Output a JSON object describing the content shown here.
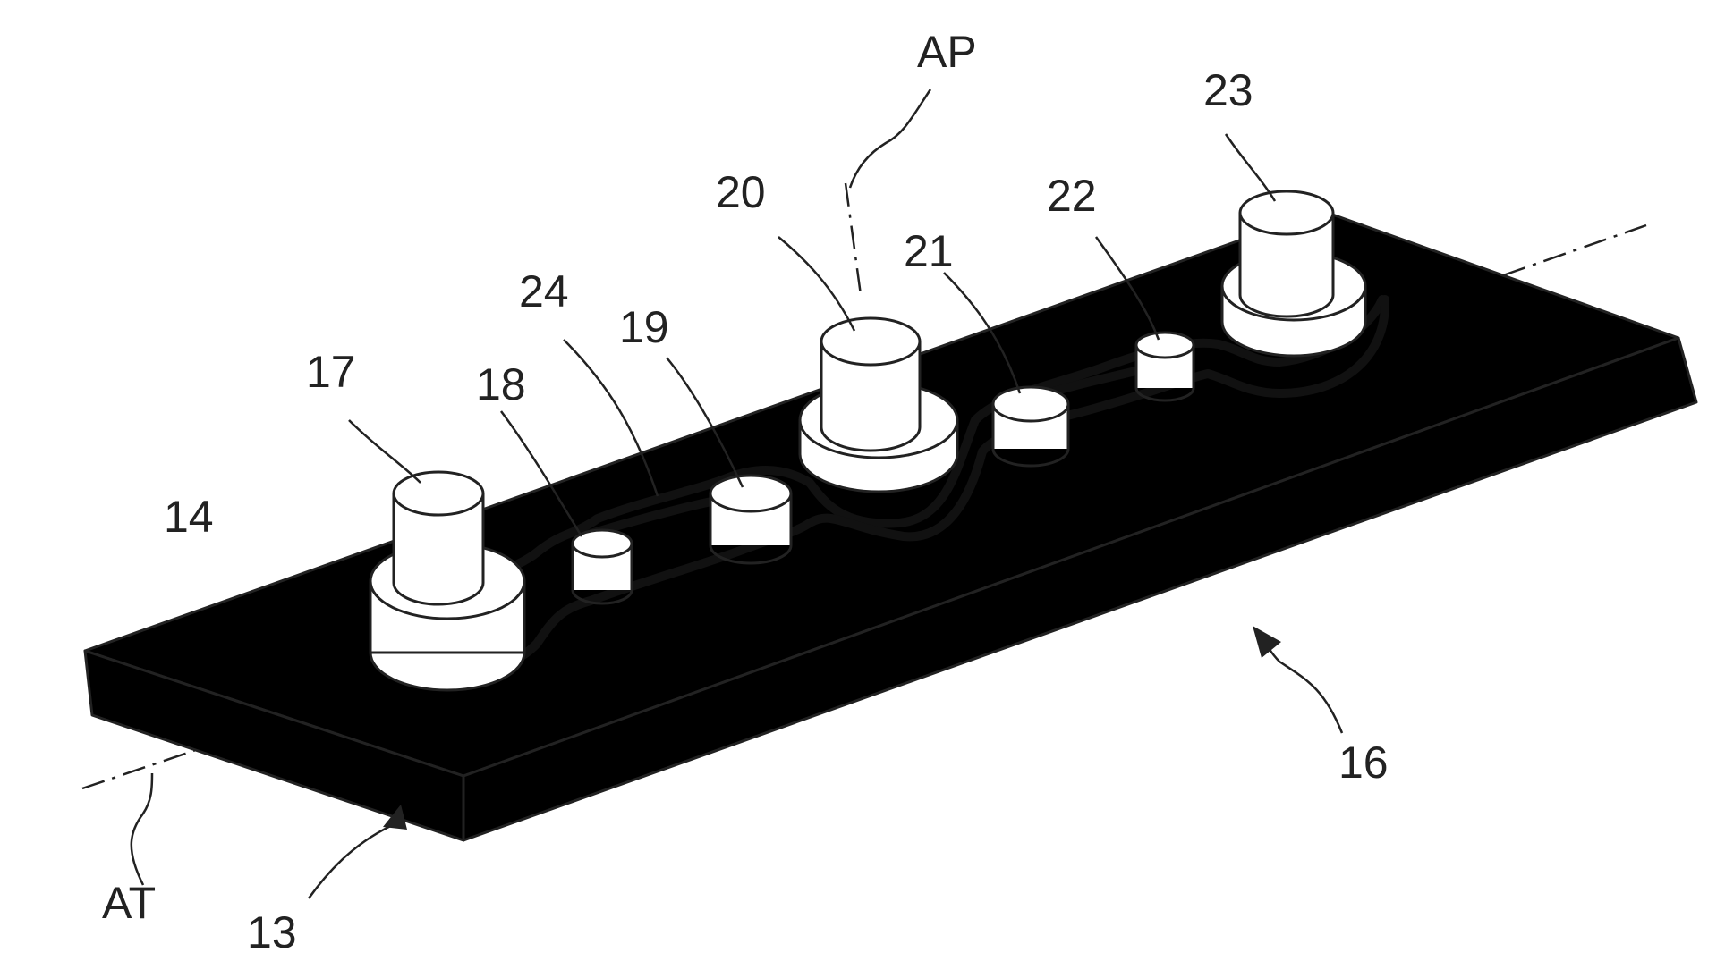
{
  "figure": {
    "labels": {
      "ap": "AP",
      "at": "AT",
      "plate": "14",
      "assembly": "13",
      "belt_arrow": "16",
      "belt": "24",
      "pulley_17": "17",
      "pulley_18": "18",
      "pulley_19": "19",
      "pulley_20": "20",
      "pulley_21": "21",
      "pulley_22": "22",
      "pulley_23": "23"
    },
    "colors": {
      "line": "#222222",
      "background": "#ffffff",
      "plate_top": "#ffffff",
      "plate_side": "#ffffff",
      "part_fill": "#ffffff",
      "belt": "#111111"
    }
  }
}
